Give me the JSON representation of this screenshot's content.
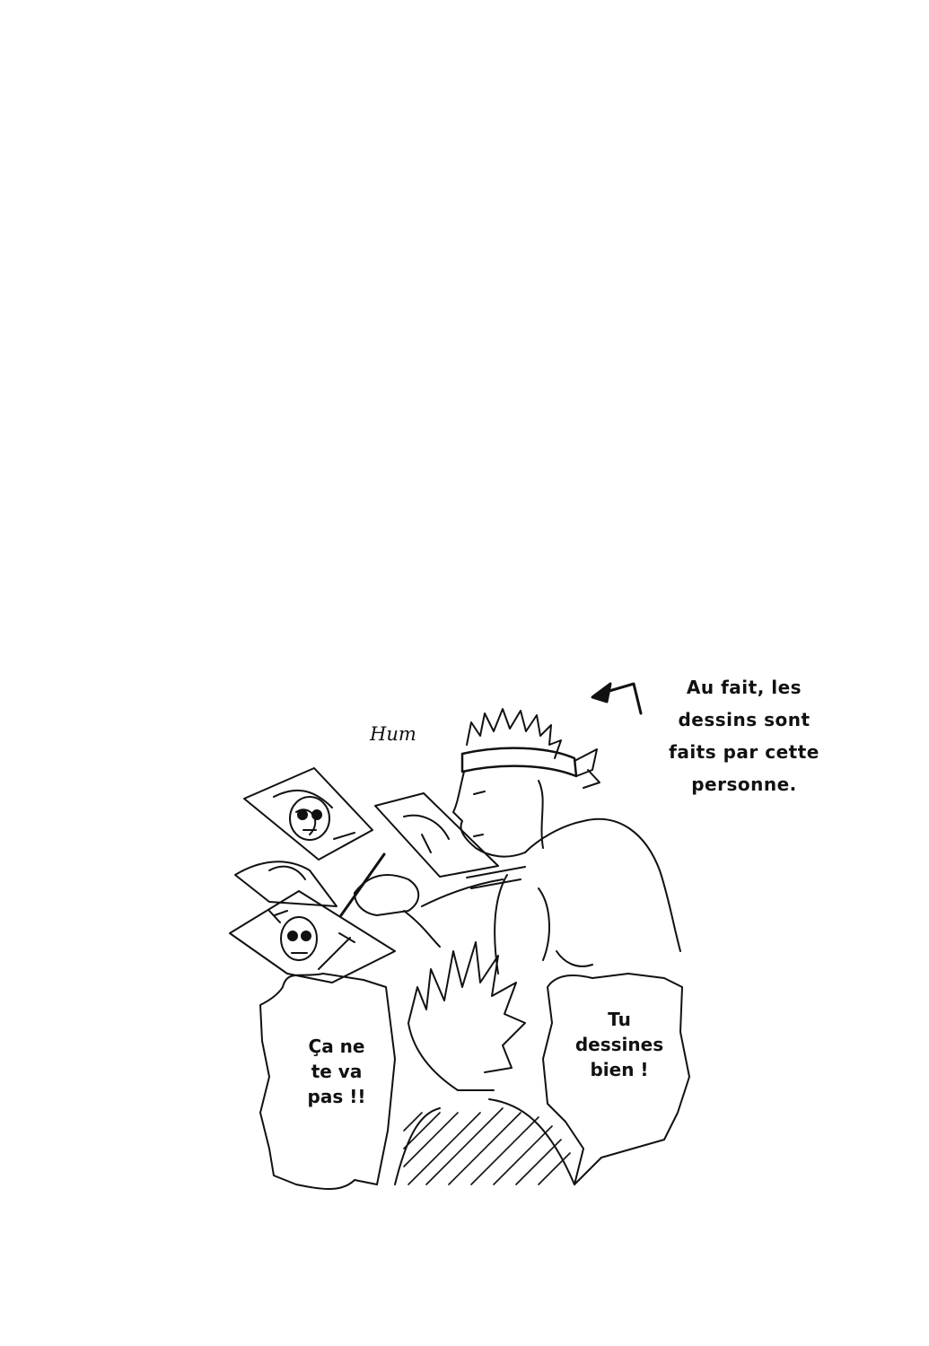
{
  "note": {
    "lines": [
      "Au fait, les",
      "dessins sont",
      "faits par cette",
      "personne."
    ]
  },
  "hum": "Hum",
  "bubble_left": {
    "lines": [
      "Ça ne",
      "te va",
      "pas !!"
    ]
  },
  "bubble_right": {
    "lines": [
      "Tu",
      "dessines",
      "bien !"
    ]
  },
  "colors": {
    "ink": "#111111",
    "paper": "#ffffff"
  }
}
